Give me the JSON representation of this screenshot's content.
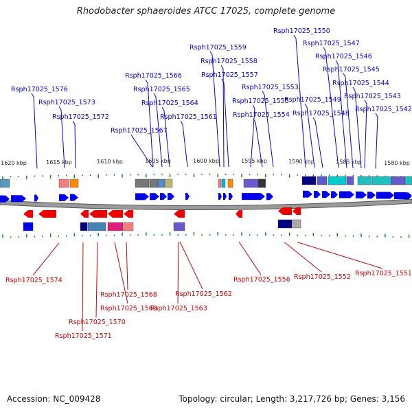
{
  "title": "Rhodobacter sphaeroides ATCC 17025, complete genome",
  "footer": {
    "accession": "Accession: NC_009428",
    "topology": "Topology: circular; Length: 3,217,726 bp; Genes: 3,156"
  },
  "colors": {
    "forward_label": "#0000cc",
    "reverse_label": "#cc0000",
    "forward_arrow": "#0000ee",
    "reverse_arrow": "#ee0000",
    "tick": "#118811"
  },
  "axis_labels": [
    "1620 kbp",
    "1615 kbp",
    "1610 kbp",
    "1605 kbp",
    "1600 kbp",
    "1595 kbp",
    "1590 kbp",
    "1585 kbp",
    "1580 kbp"
  ],
  "forward_genes": [
    "Rsph17025_1576",
    "Rsph17025_1573",
    "Rsph17025_1572",
    "Rsph17025_1567",
    "Rsph17025_1566",
    "Rsph17025_1565",
    "Rsph17025_1564",
    "Rsph17025_1561",
    "Rsph17025_1559",
    "Rsph17025_1558",
    "Rsph17025_1557",
    "Rsph17025_1555",
    "Rsph17025_1554",
    "Rsph17025_1553",
    "Rsph17025_1550",
    "Rsph17025_1549",
    "Rsph17025_1548",
    "Rsph17025_1547",
    "Rsph17025_1546",
    "Rsph17025_1545",
    "Rsph17025_1544",
    "Rsph17025_1543",
    "Rsph17025_1542"
  ],
  "reverse_genes": [
    "Rsph17025_1574",
    "Rsph17025_1571",
    "Rsph17025_1570",
    "Rsph17025_1569",
    "Rsph17025_1568",
    "Rsph17025_1563",
    "Rsph17025_1562",
    "Rsph17025_1556",
    "Rsph17025_1552",
    "Rsph17025_1551"
  ]
}
